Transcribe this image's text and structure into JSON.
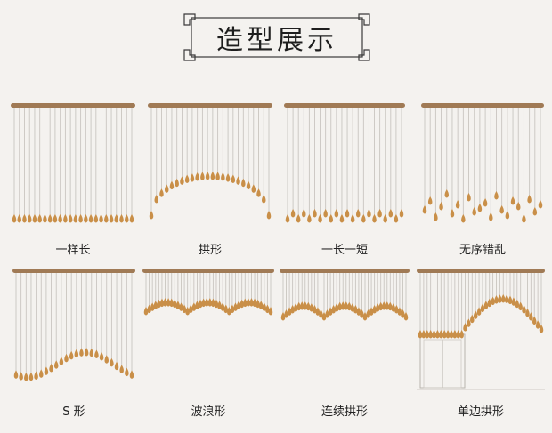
{
  "header": {
    "title": "造型展示"
  },
  "colors": {
    "rod": "#a07a55",
    "bead": "#c98f48",
    "string": "#c9c5c0",
    "background": "#f4f2ef"
  },
  "styles": [
    {
      "label": "一样长"
    },
    {
      "label": "拱形"
    },
    {
      "label": "一长一短"
    },
    {
      "label": "无序错乱"
    },
    {
      "label": "S 形"
    },
    {
      "label": "波浪形"
    },
    {
      "label": "连续拱形"
    },
    {
      "label": "单边拱形"
    }
  ]
}
